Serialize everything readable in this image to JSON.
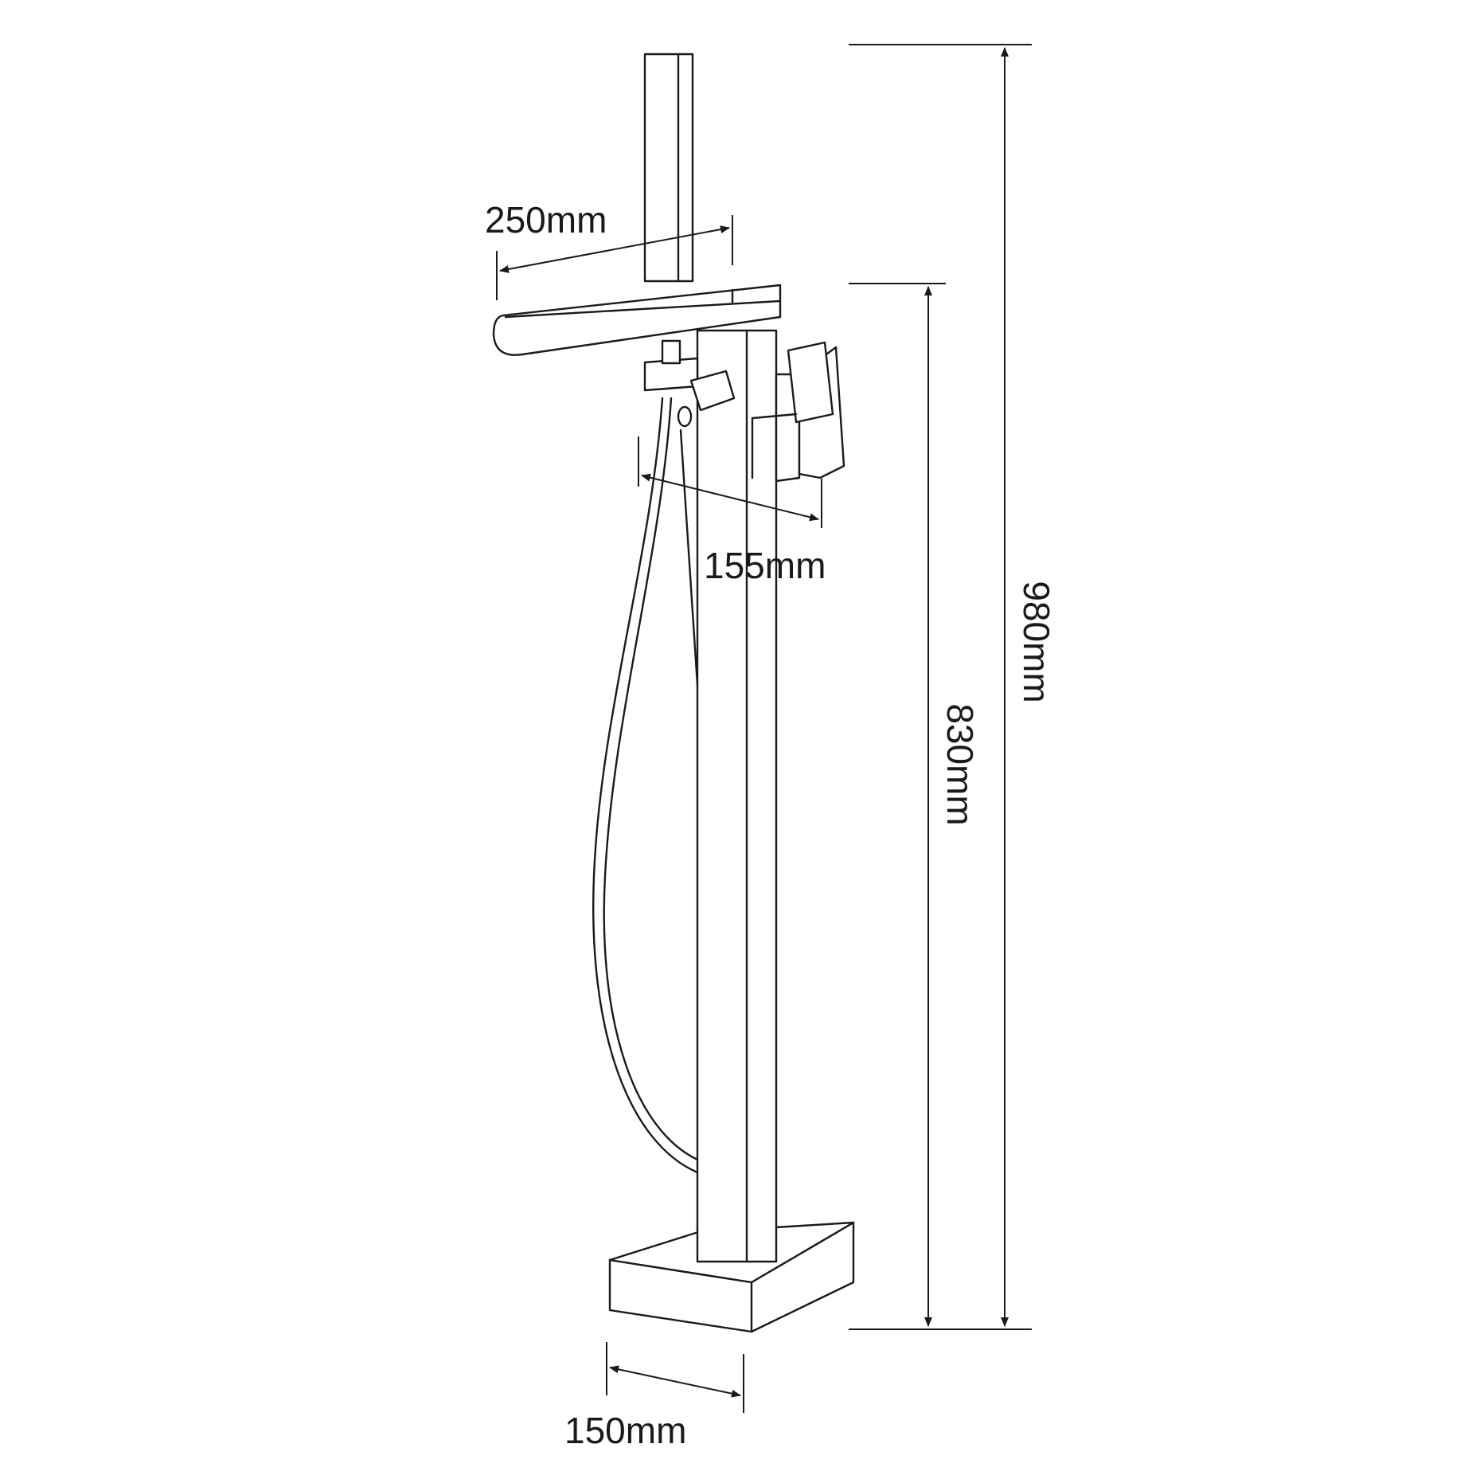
{
  "figure": {
    "subject_icon": "freestanding-bathtub-faucet-icon",
    "line_color": "#1a1a1a",
    "background": "#ffffff"
  },
  "dimensions": {
    "spout_length": {
      "label": "250mm",
      "value": 250,
      "unit": "mm"
    },
    "handle_projection": {
      "label": "155mm",
      "value": 155,
      "unit": "mm"
    },
    "base_width": {
      "label": "150mm",
      "value": 150,
      "unit": "mm"
    },
    "spout_height": {
      "label": "830mm",
      "value": 830,
      "unit": "mm"
    },
    "total_height": {
      "label": "980mm",
      "value": 980,
      "unit": "mm"
    }
  }
}
